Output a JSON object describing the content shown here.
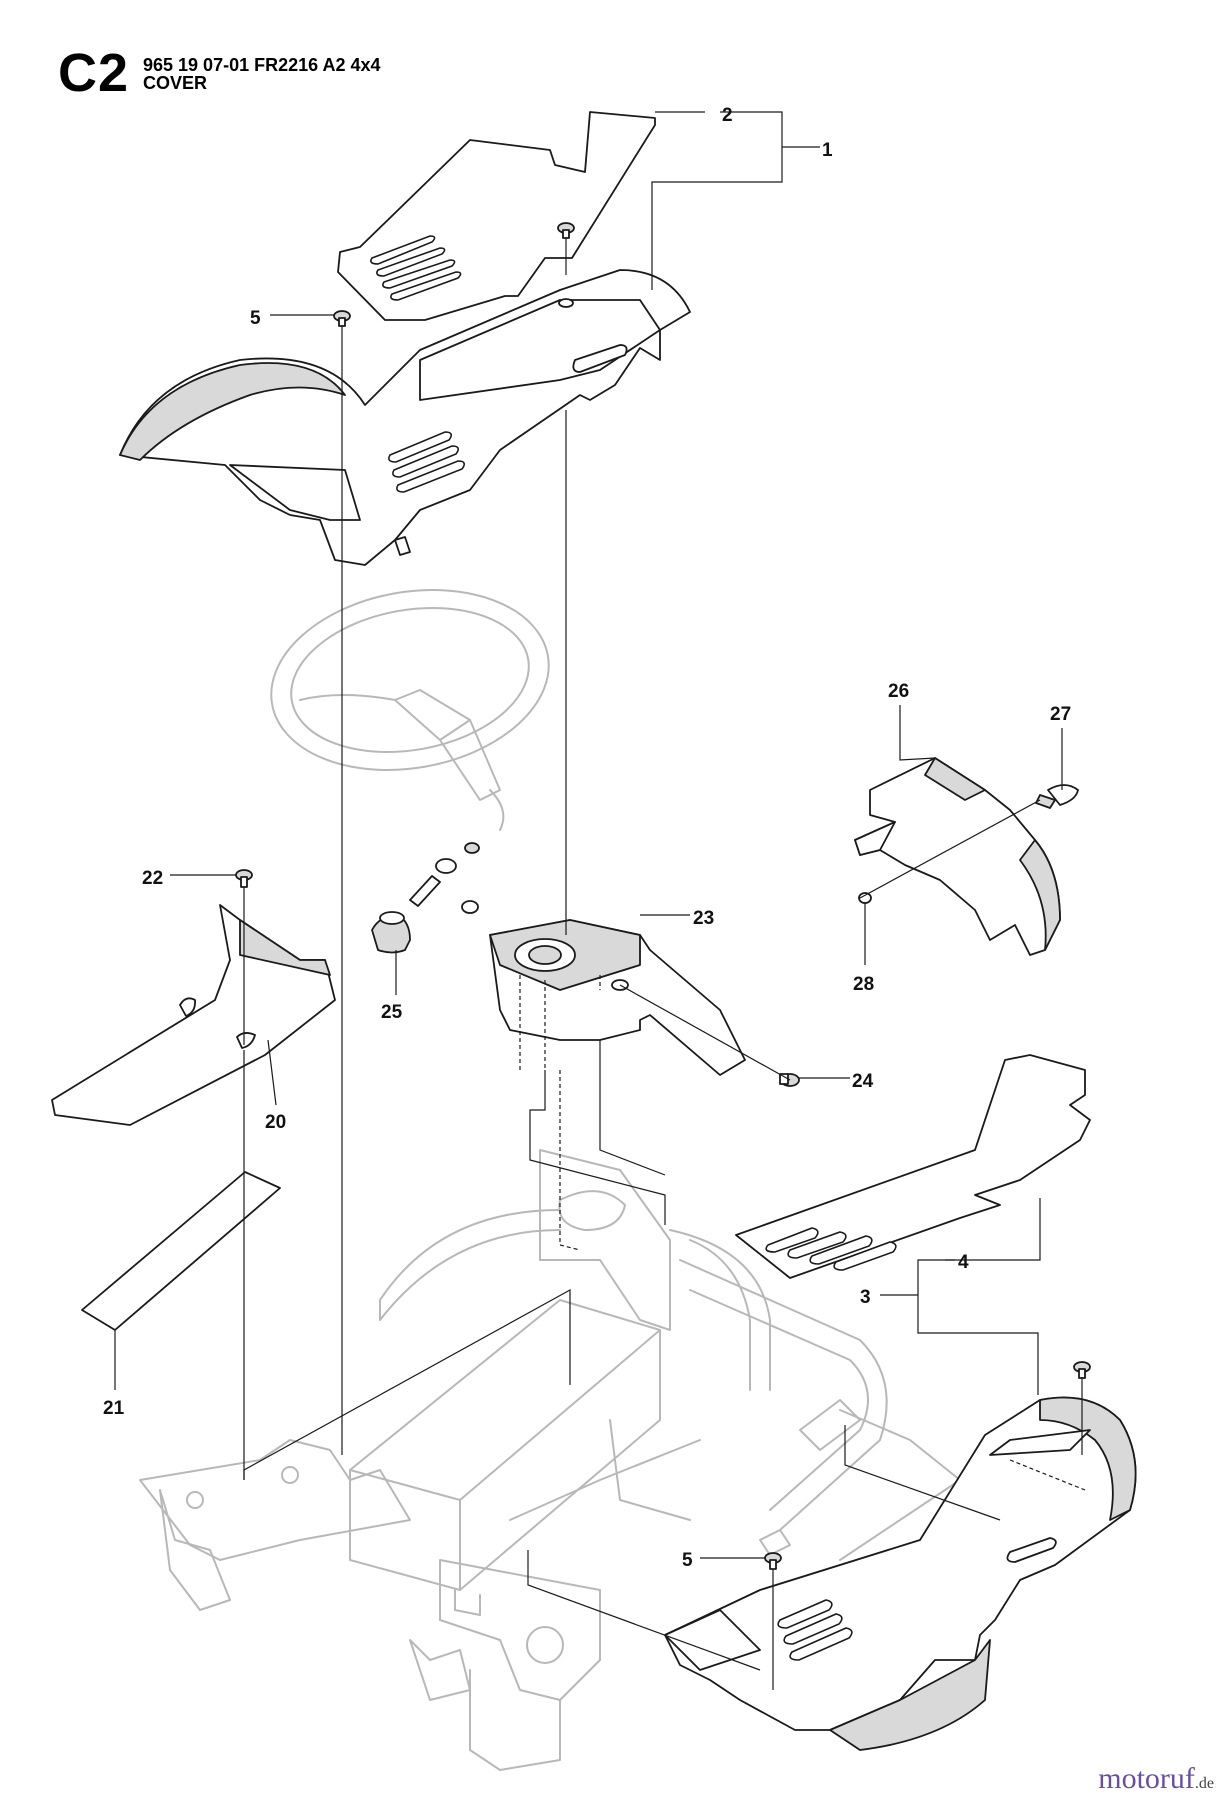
{
  "header": {
    "section": "C2",
    "model": "965 19 07-01 FR2216 A2 4x4",
    "title": "COVER"
  },
  "callouts": {
    "c1": "1",
    "c2": "2",
    "c3": "3",
    "c4": "4",
    "c5a": "5",
    "c5b": "5",
    "c20": "20",
    "c21": "21",
    "c22": "22",
    "c23": "23",
    "c24": "24",
    "c25": "25",
    "c26": "26",
    "c27": "27",
    "c28": "28"
  },
  "watermark": {
    "text": "motoruf",
    "tld": ".de"
  },
  "colors": {
    "line": "#1a1a1a",
    "ghost": "#b8b8b8",
    "watermark": "#6a4fa0"
  }
}
